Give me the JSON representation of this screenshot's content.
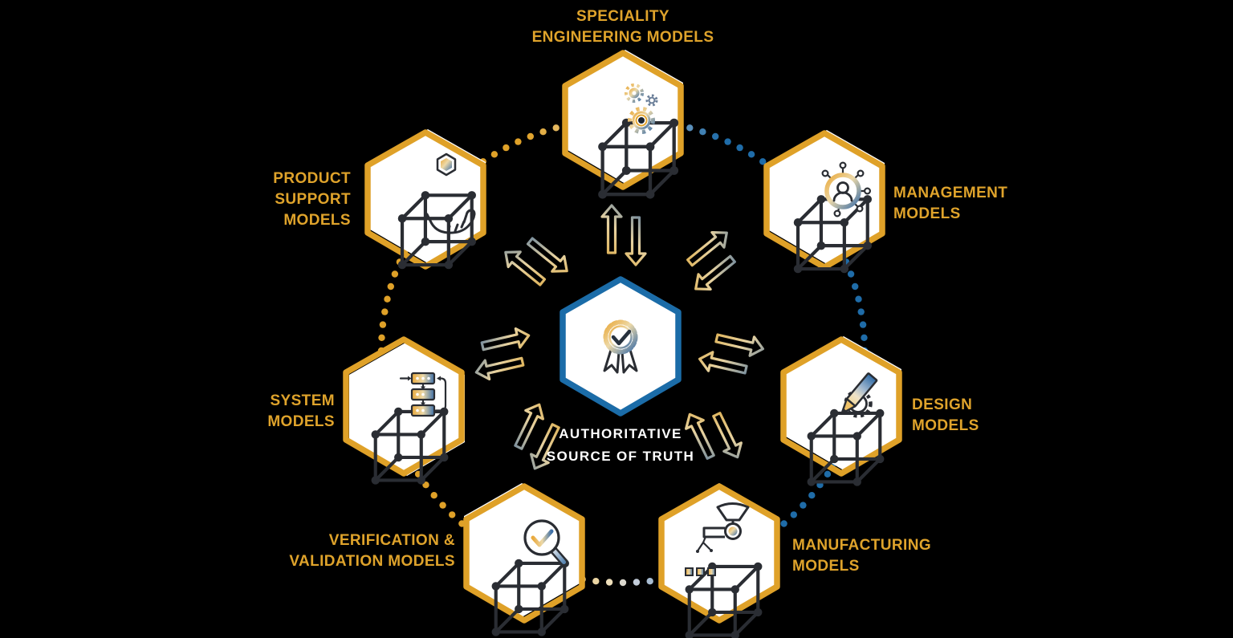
{
  "canvas": {
    "background": "#000000"
  },
  "center_node": {
    "icon": "award-ribbon-icon",
    "label": {
      "line1": "AUTHORITATIVE",
      "line2": "SOURCE OF TRUTH"
    }
  },
  "nodes": {
    "speciality": {
      "icon": "cube-gears-icon",
      "line1": "SPECIALITY",
      "line2": "ENGINEERING MODELS"
    },
    "product_support": {
      "icon": "cube-in-hand-icon",
      "line1": "PRODUCT",
      "line2": "SUPPORT",
      "line3": "MODELS"
    },
    "management": {
      "icon": "cube-user-network-icon",
      "line1": "MANAGEMENT",
      "line2": "MODELS"
    },
    "design": {
      "icon": "cube-pencil-gear-icon",
      "line1": "DESIGN",
      "line2": "MODELS"
    },
    "manufacturing": {
      "icon": "cube-robot-arm-icon",
      "line1": "MANUFACTURING",
      "line2": "MODELS"
    },
    "vv": {
      "icon": "cube-magnifier-check-icon",
      "line1": "VERIFICATION &",
      "line2": "VALIDATION MODELS"
    },
    "system": {
      "icon": "cube-flowchart-icon",
      "line1": "SYSTEM",
      "line2": "MODELS"
    }
  },
  "colors": {
    "label_gold": "#DFA32B",
    "hex_ring_gold": "#DFA128",
    "hub_ring_blue": "#1B6CA8",
    "dot_gold": "#DFA32B",
    "dot_blue": "#1F6CA8",
    "dot_light": "#DDDDD8",
    "text_white": "#FFFFFF",
    "icon_stroke": "#2A2D33"
  }
}
